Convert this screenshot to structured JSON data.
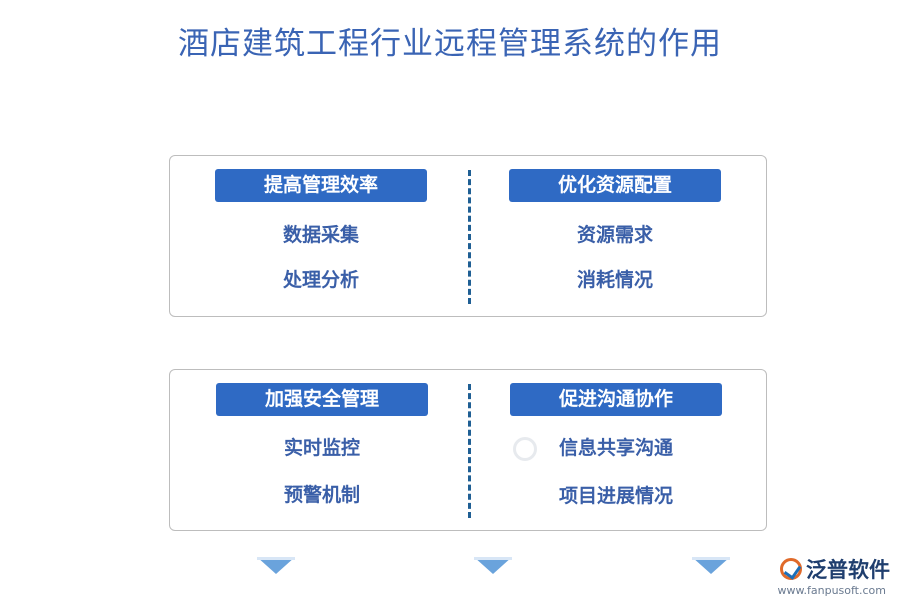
{
  "title": "酒店建筑工程行业远程管理系统的作用",
  "sections": [
    {
      "label": "提高管理效率",
      "items": [
        "数据采集",
        "处理分析"
      ]
    },
    {
      "label": "优化资源配置",
      "items": [
        "资源需求",
        "消耗情况"
      ]
    },
    {
      "label": "加强安全管理",
      "items": [
        "实时监控",
        "预警机制"
      ]
    },
    {
      "label": "促进沟通协作",
      "items": [
        "信息共享沟通",
        "项目进展情况"
      ]
    }
  ],
  "logo": {
    "name": "泛普软件",
    "url": "www.fanpusoft.com"
  },
  "colors": {
    "title": "#3a64b4",
    "pill": "#2f6ac4",
    "item_text": "#3a5fa8",
    "divider": "#1f5f94",
    "arrow": "#6aa3dc"
  }
}
